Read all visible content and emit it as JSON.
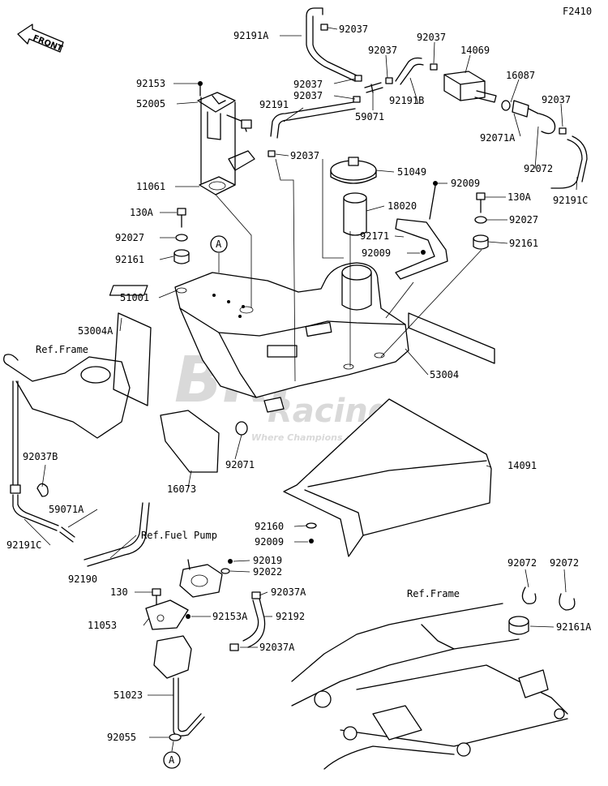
{
  "figure_code": "F2410",
  "front_label": "FRONT",
  "watermark": {
    "brand": "BRP",
    "sub": "Racing",
    "tagline": "Where Champions are made"
  },
  "callouts": [
    {
      "id": "92191A",
      "text": "92191A"
    },
    {
      "id": "92037-a",
      "text": "92037"
    },
    {
      "id": "92037-b",
      "text": "92037"
    },
    {
      "id": "92037-c",
      "text": "92037"
    },
    {
      "id": "14069",
      "text": "14069"
    },
    {
      "id": "16087",
      "text": "16087"
    },
    {
      "id": "92037-d",
      "text": "92037"
    },
    {
      "id": "92153",
      "text": "92153"
    },
    {
      "id": "52005",
      "text": "52005"
    },
    {
      "id": "92037-e",
      "text": "92037"
    },
    {
      "id": "92037-f",
      "text": "92037"
    },
    {
      "id": "92191B",
      "text": "92191B"
    },
    {
      "id": "59071",
      "text": "59071"
    },
    {
      "id": "92191",
      "text": "92191"
    },
    {
      "id": "92071A",
      "text": "92071A"
    },
    {
      "id": "92037-g",
      "text": "92037"
    },
    {
      "id": "92072-a",
      "text": "92072"
    },
    {
      "id": "51049",
      "text": "51049"
    },
    {
      "id": "11061",
      "text": "11061"
    },
    {
      "id": "92009-a",
      "text": "92009"
    },
    {
      "id": "92191C-a",
      "text": "92191C"
    },
    {
      "id": "18020",
      "text": "18020"
    },
    {
      "id": "130A-a",
      "text": "130A"
    },
    {
      "id": "130A-b",
      "text": "130A"
    },
    {
      "id": "92027-a",
      "text": "92027"
    },
    {
      "id": "92027-b",
      "text": "92027"
    },
    {
      "id": "92171",
      "text": "92171"
    },
    {
      "id": "92161-a",
      "text": "92161"
    },
    {
      "id": "92161-b",
      "text": "92161"
    },
    {
      "id": "92009-b",
      "text": "92009"
    },
    {
      "id": "51001",
      "text": "51001"
    },
    {
      "id": "53004A",
      "text": "53004A"
    },
    {
      "id": "ref-frame-1",
      "text": "Ref.Frame"
    },
    {
      "id": "53004",
      "text": "53004"
    },
    {
      "id": "92037B",
      "text": "92037B"
    },
    {
      "id": "92071",
      "text": "92071"
    },
    {
      "id": "14091",
      "text": "14091"
    },
    {
      "id": "16073",
      "text": "16073"
    },
    {
      "id": "59071A",
      "text": "59071A"
    },
    {
      "id": "92160",
      "text": "92160"
    },
    {
      "id": "92009-c",
      "text": "92009"
    },
    {
      "id": "ref-fuel-pump",
      "text": "Ref.Fuel Pump"
    },
    {
      "id": "92191C-b",
      "text": "92191C"
    },
    {
      "id": "92019",
      "text": "92019"
    },
    {
      "id": "92022",
      "text": "92022"
    },
    {
      "id": "92190",
      "text": "92190"
    },
    {
      "id": "92072-b",
      "text": "92072"
    },
    {
      "id": "92072-c",
      "text": "92072"
    },
    {
      "id": "130",
      "text": "130"
    },
    {
      "id": "92037A-a",
      "text": "92037A"
    },
    {
      "id": "ref-frame-2",
      "text": "Ref.Frame"
    },
    {
      "id": "11053",
      "text": "11053"
    },
    {
      "id": "92153A",
      "text": "92153A"
    },
    {
      "id": "92192",
      "text": "92192"
    },
    {
      "id": "92161A",
      "text": "92161A"
    },
    {
      "id": "92037A-b",
      "text": "92037A"
    },
    {
      "id": "51023",
      "text": "51023"
    },
    {
      "id": "92055",
      "text": "92055"
    },
    {
      "id": "ref-A-1",
      "text": "A"
    },
    {
      "id": "ref-A-2",
      "text": "A"
    }
  ]
}
